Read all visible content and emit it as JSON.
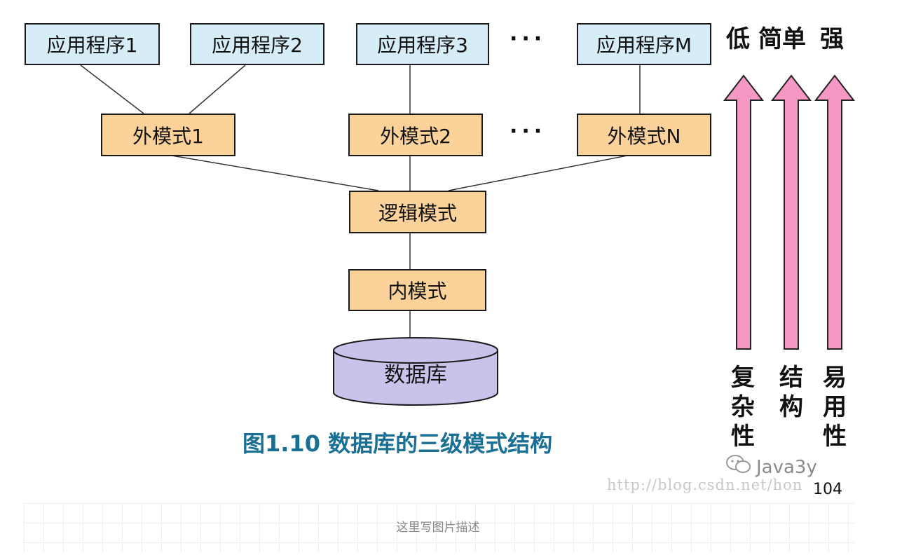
{
  "diagram": {
    "apps": [
      "应用程序1",
      "应用程序2",
      "应用程序3",
      "应用程序M"
    ],
    "externals": [
      "外模式1",
      "外模式2",
      "外模式N"
    ],
    "ellipsis": "···",
    "logical": "逻辑模式",
    "internal": "内模式",
    "database": "数据库",
    "caption": "图1.10    数据库的三级模式结构",
    "top_labels": [
      "低",
      "简单",
      "强"
    ],
    "bottom_labels": [
      "复杂性",
      "结构",
      "易用性"
    ],
    "page_number": "104"
  },
  "watermark": {
    "wechat_label": "Java3y",
    "url": "http://blog.csdn.net/hon"
  },
  "footer": {
    "caption": "这里写图片描述"
  },
  "colors": {
    "app_fill": "#d6ecf7",
    "ext_fill": "#fbd29a",
    "db_fill": "#c7c3ea",
    "arrow_fill": "#f598c4",
    "caption_color": "#1a6f94"
  }
}
